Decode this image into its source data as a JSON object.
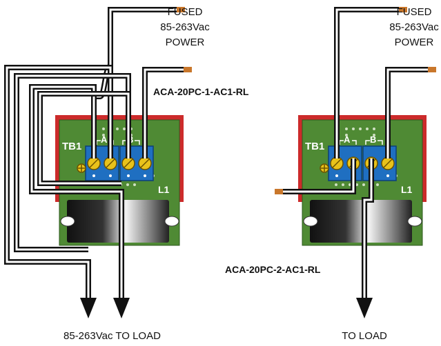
{
  "labels": {
    "power_left": [
      "FUSED",
      "85-263Vac",
      "POWER"
    ],
    "power_right": [
      "FUSED",
      "85-263Vac",
      "POWER"
    ],
    "model_left": "ACA-20PC-1-AC1-RL",
    "model_right": "ACA-20PC-2-AC1-RL",
    "bottom_left": "85-263Vac TO LOAD",
    "bottom_right": "TO LOAD"
  },
  "board": {
    "terminal_block": "TB1",
    "terminal_a": "A",
    "terminal_b": "B",
    "inductor": "L1"
  },
  "colors": {
    "board_border": "#cc2b2b",
    "board_green": "#4f8a34",
    "terminal_blue": "#1f6fc1",
    "screw_yellow": "#e8c21b",
    "wire": "#111111",
    "wire_tip": "#c9772b"
  }
}
